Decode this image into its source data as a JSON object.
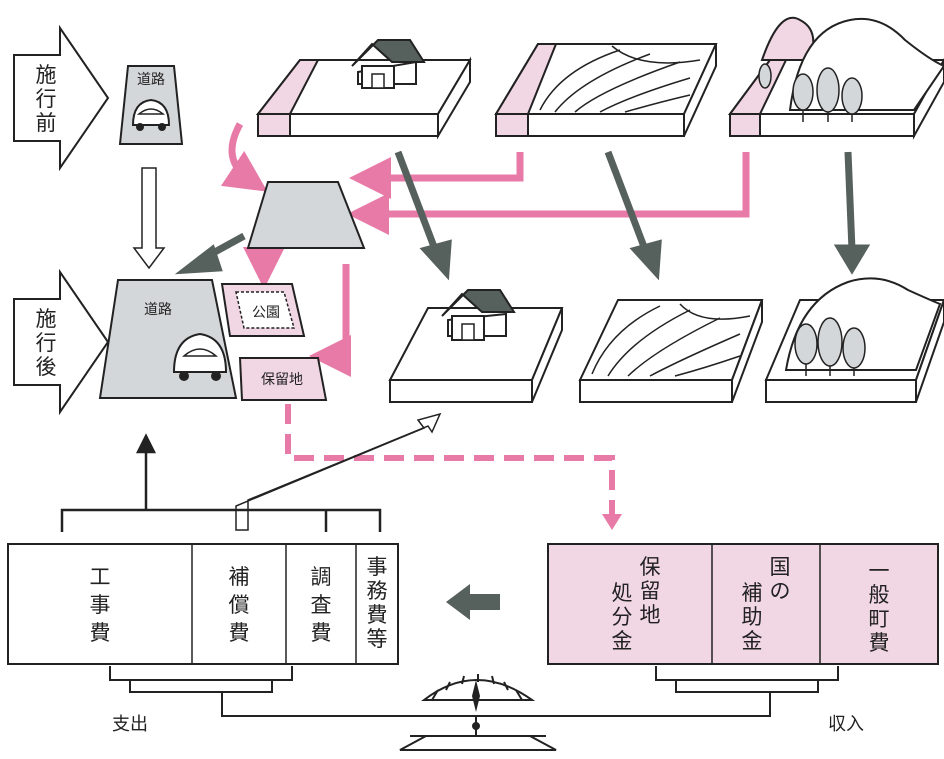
{
  "stages": {
    "before_label": [
      "施",
      "行",
      "前"
    ],
    "after_label": [
      "施",
      "行",
      "後"
    ]
  },
  "before": {
    "road_label": "道路"
  },
  "after": {
    "road_label": "道路",
    "park_label": "公園",
    "reserve_land_label": "保留地"
  },
  "expenditure": {
    "label": "支出",
    "items": [
      {
        "id": "construction",
        "chars": [
          "工",
          "事",
          "費"
        ]
      },
      {
        "id": "compensation",
        "chars": [
          "補",
          "償",
          "費"
        ]
      },
      {
        "id": "survey",
        "chars": [
          "調",
          "査",
          "費"
        ]
      },
      {
        "id": "office",
        "chars": [
          "事",
          "務",
          "費",
          "等"
        ]
      }
    ]
  },
  "revenue": {
    "label": "収入",
    "items": [
      {
        "id": "reserve-land-sales",
        "lines": [
          [
            "保",
            "留",
            "地"
          ],
          [
            "処",
            "分",
            "金"
          ]
        ]
      },
      {
        "id": "national-subsidy",
        "chars": [
          "国",
          "の",
          "補",
          "助",
          "金"
        ]
      },
      {
        "id": "town-budget",
        "chars": [
          "一",
          "般",
          "町",
          "費"
        ]
      }
    ]
  },
  "colors": {
    "pink_fill": "#f1d6e4",
    "pink_arrow": "#e87aa8",
    "gray_fill": "#d4d7d9",
    "dark_arrow": "#56605c",
    "outline": "#222222"
  }
}
